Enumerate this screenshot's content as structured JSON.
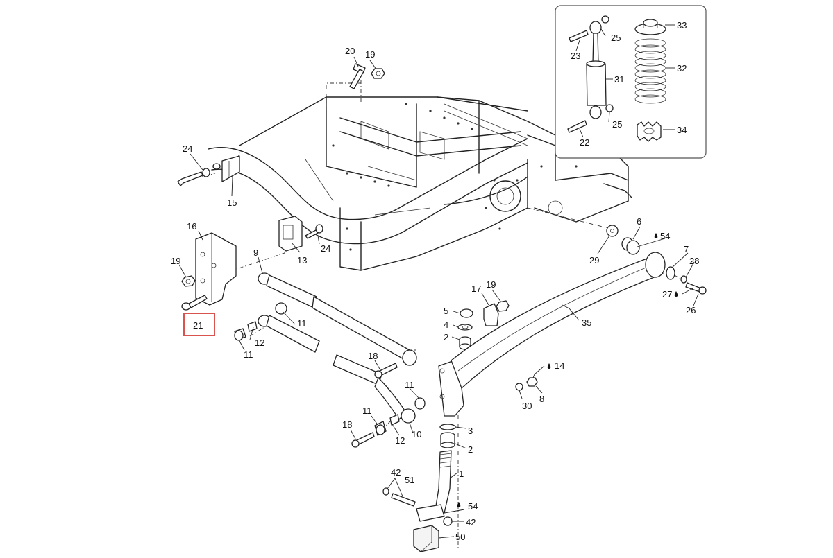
{
  "labels": {
    "p1": "1",
    "p2a": "2",
    "p2b": "2",
    "p3": "3",
    "p4": "4",
    "p5": "5",
    "p6": "6",
    "p7": "7",
    "p8": "8",
    "p9": "9",
    "p10": "10",
    "p11a": "11",
    "p11b": "11",
    "p11c": "11",
    "p11d": "11",
    "p12a": "12",
    "p12b": "12",
    "p13": "13",
    "p14": "14",
    "p15": "15",
    "p16": "16",
    "p17": "17",
    "p18a": "18",
    "p18b": "18",
    "p19a": "19",
    "p19b": "19",
    "p19c": "19",
    "p20": "20",
    "p21": "21",
    "p22": "22",
    "p23": "23",
    "p24a": "24",
    "p24b": "24",
    "p25a": "25",
    "p25b": "25",
    "p26": "26",
    "p27": "27",
    "p28": "28",
    "p29": "29",
    "p30": "30",
    "p31": "31",
    "p32": "32",
    "p33": "33",
    "p34": "34",
    "p35": "35",
    "p42a": "42",
    "p42b": "42",
    "p50": "50",
    "p51": "51",
    "p54a": "54",
    "p54b": "54"
  },
  "highlight": {
    "part": "21",
    "color": "#d9534f"
  }
}
